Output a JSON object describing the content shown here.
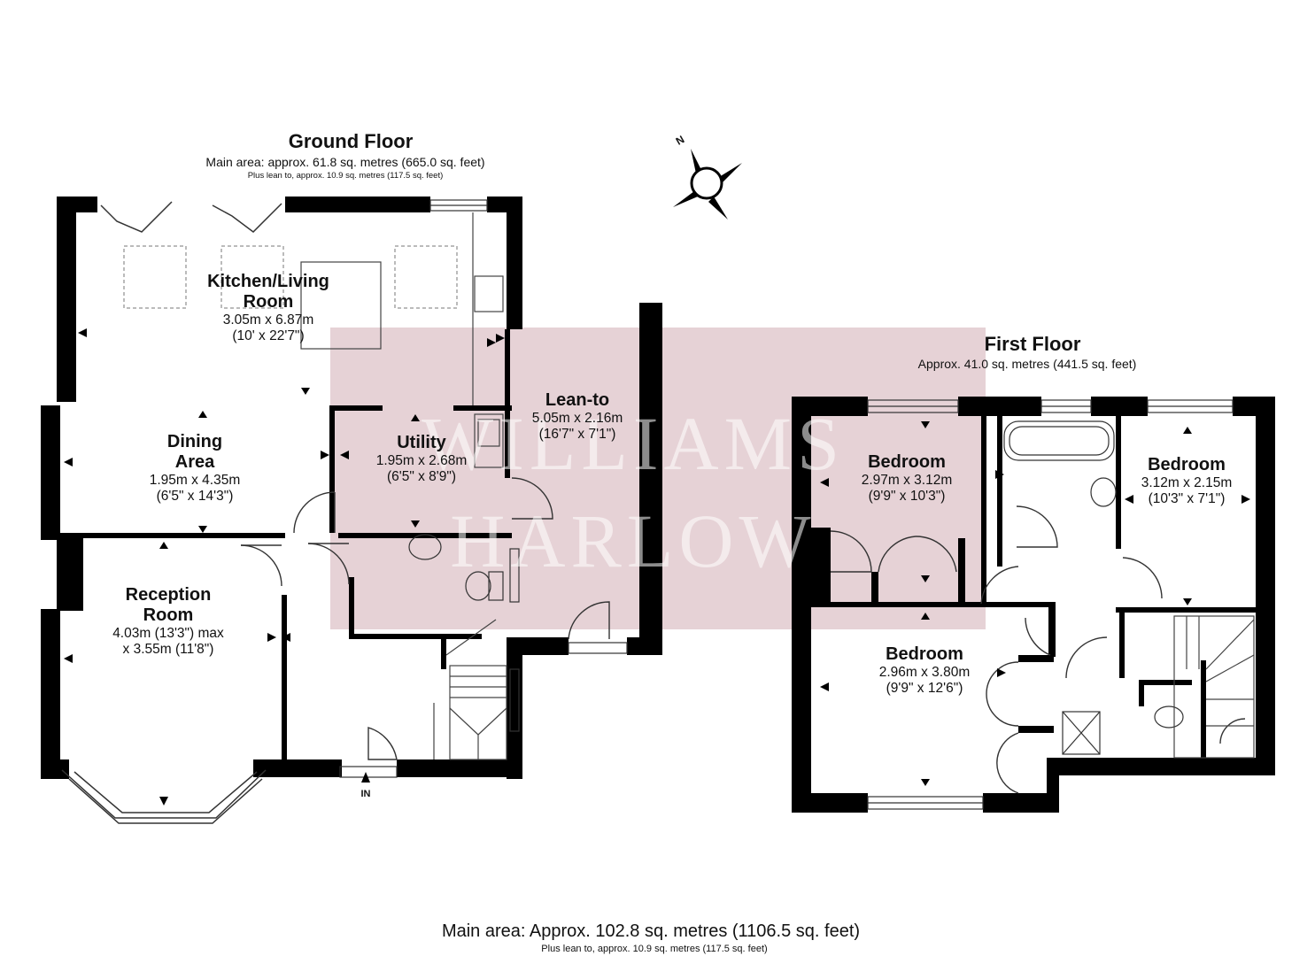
{
  "watermark": {
    "line1": "WILLIAMS",
    "line2": "HARLOW",
    "band_color": "#e6d2d6"
  },
  "ground_floor": {
    "title": "Ground Floor",
    "main_area": "Main area: approx. 61.8 sq. metres (665.0 sq. feet)",
    "lean_to_area": "Plus lean to, approx. 10.9 sq. metres (117.5 sq. feet)"
  },
  "first_floor": {
    "title": "First Floor",
    "area": "Approx. 41.0 sq. metres (441.5 sq. feet)"
  },
  "compass": {
    "label": "N"
  },
  "entrance": {
    "label": "IN"
  },
  "rooms": {
    "kitchen": {
      "name1": "Kitchen/Living",
      "name2": "Room",
      "metric": "3.05m x 6.87m",
      "imperial": "(10' x 22'7\")"
    },
    "dining": {
      "name1": "Dining",
      "name2": "Area",
      "metric": "1.95m x 4.35m",
      "imperial": "(6'5\" x 14'3\")"
    },
    "utility": {
      "name": "Utility",
      "metric": "1.95m x 2.68m",
      "imperial": "(6'5\" x 8'9\")"
    },
    "lean_to": {
      "name": "Lean-to",
      "metric": "5.05m x 2.16m",
      "imperial": "(16'7\" x 7'1\")"
    },
    "reception": {
      "name1": "Reception",
      "name2": "Room",
      "line1": "4.03m (13'3\") max",
      "line2": "x 3.55m (11'8\")"
    },
    "bedroom_a": {
      "name": "Bedroom",
      "metric": "2.97m x 3.12m",
      "imperial": "(9'9\" x 10'3\")"
    },
    "bedroom_b": {
      "name": "Bedroom",
      "metric": "3.12m x 2.15m",
      "imperial": "(10'3\" x 7'1\")"
    },
    "bedroom_c": {
      "name": "Bedroom",
      "metric": "2.96m x 3.80m",
      "imperial": "(9'9\" x 12'6\")"
    }
  },
  "totals": {
    "main_area": "Main area: Approx. 102.8 sq. metres (1106.5 sq. feet)",
    "lean_to_area": "Plus lean to, approx. 10.9 sq. metres (117.5 sq. feet)"
  },
  "colors": {
    "wall": "#000000",
    "line": "#444444",
    "background": "#ffffff"
  }
}
